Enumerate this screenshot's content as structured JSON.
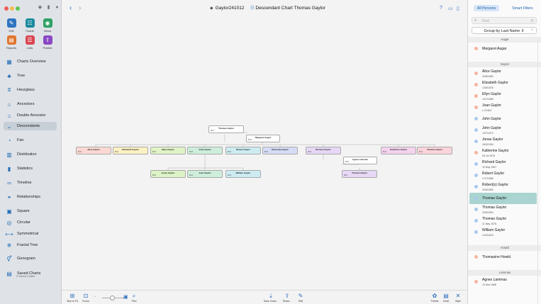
{
  "window": {
    "doc_title": "Gaylor241012",
    "chart_title": "Descendant Chart Thomas Gaylor"
  },
  "sidebar": {
    "grid": [
      {
        "label": "Edit",
        "icon": "pencil-icon",
        "color": "#2f74c0"
      },
      {
        "label": "Charts",
        "icon": "chart-icon",
        "color": "#1c8a9e"
      },
      {
        "label": "Views",
        "icon": "eye-icon",
        "color": "#2fa064"
      },
      {
        "label": "Reports",
        "icon": "reports-icon",
        "color": "#e0742a"
      },
      {
        "label": "Lists",
        "icon": "list-icon",
        "color": "#d94654"
      },
      {
        "label": "Publish",
        "icon": "publish-icon",
        "color": "#8a48c2"
      }
    ],
    "nav": [
      {
        "label": "Charts Overview",
        "icon": "charts-overview-icon"
      },
      {
        "label": "Tree",
        "icon": "tree-icon"
      },
      {
        "label": "Hourglass",
        "icon": "hourglass-icon"
      },
      {
        "label": "Ancestors",
        "icon": "ancestors-icon"
      },
      {
        "label": "Double Ancestor",
        "icon": "double-ancestor-icon"
      },
      {
        "label": "Descendants",
        "icon": "descendants-icon"
      },
      {
        "label": "Fan",
        "icon": "fan-icon"
      },
      {
        "label": "Distribution",
        "icon": "distribution-icon"
      },
      {
        "label": "Statistics",
        "icon": "statistics-icon"
      },
      {
        "label": "Timeline",
        "icon": "timeline-icon"
      },
      {
        "label": "Relationships",
        "icon": "relationships-icon"
      },
      {
        "label": "Square",
        "icon": "square-icon"
      },
      {
        "label": "Circular",
        "icon": "circular-icon"
      },
      {
        "label": "Symmetrical",
        "icon": "symmetrical-icon"
      },
      {
        "label": "Fractal Tree",
        "icon": "fractal-tree-icon"
      },
      {
        "label": "Genogram",
        "icon": "genogram-icon"
      },
      {
        "label": "Saved Charts",
        "icon": "saved-charts-icon"
      }
    ],
    "saved_sub": "0 Saved Charts",
    "active": "Descendants"
  },
  "chart": {
    "root": "Thomas Gaylor",
    "spouse": "Margaret Augar",
    "children": [
      "Alice Gaylor",
      "Elizabeth Gaylor",
      "Ellyn Gaylor",
      "John Gaylor",
      "Robert Gaylor",
      "Robert(s) Gaylor",
      "Richard Gaylor",
      "Katherine Gaylor",
      "Thomas Gaylor"
    ],
    "grandchildren": [
      "Jonas Gaylor",
      "Joan Gaylor",
      "William Gaylor"
    ],
    "richard_spouse": "Agnes Lammas",
    "richard_child": "Thomas Gaylor",
    "birth_label": "Birth"
  },
  "bottombar": {
    "fit": "Size to Fit",
    "focus": "Focus",
    "find": "Find",
    "save": "Save Chart...",
    "share": "Share...",
    "edit": "Edit",
    "theme": "Theme",
    "chart": "Chart",
    "style": "Style"
  },
  "right_panel": {
    "seg_all": "All Persons",
    "seg_smart": "Smart Filters",
    "search_placeholder": "Find",
    "group_by": "Group by Last Name",
    "colors": {
      "female": "#f5b49f",
      "male": "#a9c9ee",
      "selected": "#a9d4d0"
    },
    "sections": [
      {
        "title": "Augar",
        "persons": [
          {
            "name": "Margaret Augar",
            "date": "",
            "sex": "f"
          }
        ]
      },
      {
        "title": "Gaylor",
        "persons": [
          {
            "name": "Alice Gaylor",
            "date": "29/8/1580",
            "sex": "f"
          },
          {
            "name": "Elizabeth Gaylor",
            "date": "13/8/1578",
            "sex": "f"
          },
          {
            "name": "Ellyn Gaylor",
            "date": "14/7/1588",
            "sex": "f"
          },
          {
            "name": "Joan Gaylor",
            "date": "c.7/1601",
            "sex": "f"
          },
          {
            "name": "John Gaylor",
            "date": "",
            "sex": "m"
          },
          {
            "name": "John Gaylor",
            "date": "13/7/1572",
            "sex": "m"
          },
          {
            "name": "Jonas Gaylor",
            "date": "18/3/1599",
            "sex": "m"
          },
          {
            "name": "Katherine Gaylor",
            "date": "08 Jul 1576",
            "sex": "f"
          },
          {
            "name": "Richard Gaylor",
            "date": "10 May 1567",
            "sex": "m"
          },
          {
            "name": "Robert Gaylor",
            "date": "17/7/1586",
            "sex": "m"
          },
          {
            "name": "Robert(s) Gaylor",
            "date": "20/6/1583",
            "sex": "m"
          },
          {
            "name": "Thomas Gaylor",
            "date": "",
            "sex": "m"
          },
          {
            "name": "Thomas Gaylor",
            "date": "22/8/1594",
            "sex": "m"
          },
          {
            "name": "Thomas Gaylor",
            "date": "11 May 1578",
            "sex": "m"
          },
          {
            "name": "William Gaylor",
            "date": "14/3/1603",
            "sex": "m"
          }
        ]
      },
      {
        "title": "Howld",
        "persons": [
          {
            "name": "Thomasine Howld",
            "date": "",
            "sex": "f"
          }
        ]
      },
      {
        "title": "Lammas",
        "persons": [
          {
            "name": "Agnes Lammas",
            "date": "10 Mar 1588",
            "sex": "f"
          }
        ]
      }
    ]
  }
}
